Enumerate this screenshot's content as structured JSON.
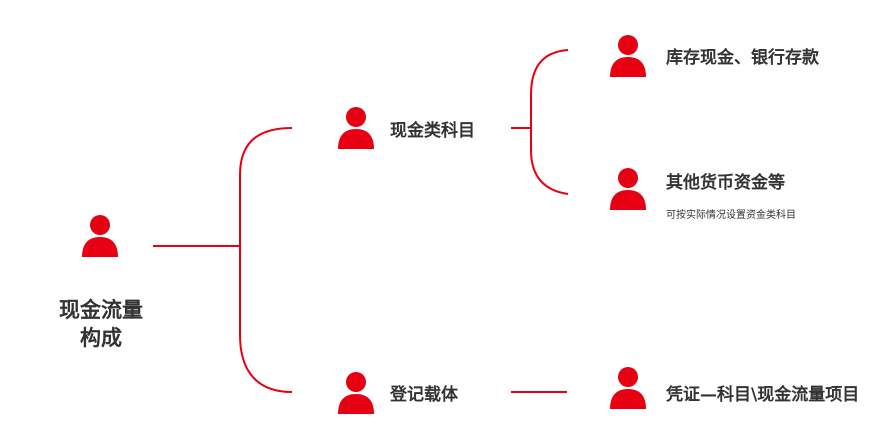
{
  "colors": {
    "accent": "#e60012",
    "text": "#333333",
    "background": "#ffffff"
  },
  "root": {
    "line1": "现金流量",
    "line2": "构成",
    "icon": "person-icon"
  },
  "branches": [
    {
      "label": "现金类科目",
      "icon": "person-icon",
      "children": [
        {
          "label": "库存现金、银行存款",
          "icon": "person-icon"
        },
        {
          "label": "其他货币资金等",
          "icon": "person-icon",
          "note": "可按实际情况设置资金类科目"
        }
      ]
    },
    {
      "label": "登记载体",
      "icon": "person-icon",
      "children": [
        {
          "label": "凭证—科目\\现金流量项目",
          "icon": "person-icon"
        }
      ]
    }
  ]
}
